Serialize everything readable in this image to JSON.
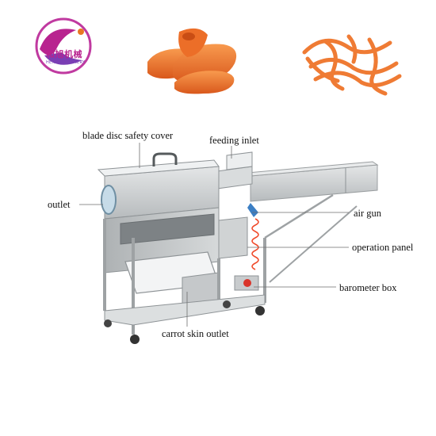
{
  "logo": {
    "name": "和旭机械",
    "tagline": "HEXU MACHINERY",
    "colors": {
      "magenta": "#b8238f",
      "purple": "#7a3fb4",
      "orange": "#e87722"
    }
  },
  "callouts": {
    "blade_cover": "blade disc safety cover",
    "feeding_inlet": "feeding inlet",
    "outlet": "outlet",
    "air_gun": "air gun",
    "operation_panel": "operation panel",
    "barometer_box": "barometer box",
    "skin_outlet": "carrot skin outlet"
  },
  "colors": {
    "steel": "#c9ccce",
    "steel_dark": "#8e9396",
    "carrot": "#f07a32",
    "hose": "#f04a2a",
    "leader": "#6e6e6e"
  }
}
